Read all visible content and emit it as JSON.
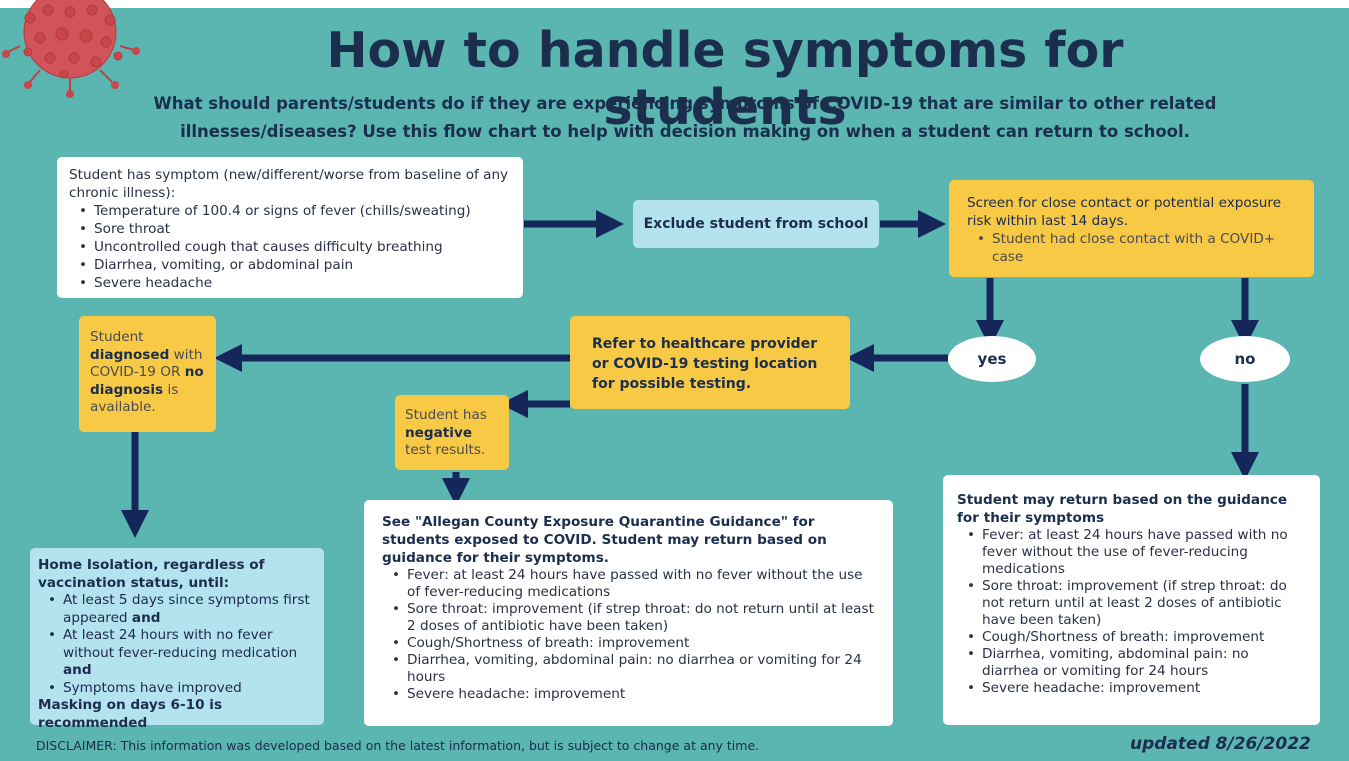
{
  "title": "How to handle symptoms for students",
  "subtitle_lines": [
    "What should parents/students do if they are experiencing symptoms of COVID-19 that are similar to other related",
    "illnesses/diseases? Use this flow chart to help with decision making on when a student can return to school."
  ],
  "symptom_box": {
    "heading": "Student has symptom (new/different/worse from baseline of any chronic illness):",
    "items": [
      "Temperature of 100.4 or signs of fever (chills/sweating)",
      "Sore throat",
      "Uncontrolled cough that causes difficulty breathing",
      "Diarrhea, vomiting, or abdominal pain",
      "Severe headache"
    ]
  },
  "exclude_box": {
    "label": "Exclude student from school"
  },
  "screen_box": {
    "heading": "Screen for close contact or potential exposure risk within last 14 days.",
    "items": [
      "Student had close contact with a COVID+ case"
    ]
  },
  "decision": {
    "yes": "yes",
    "no": "no"
  },
  "refer_box": {
    "text": "Refer to healthcare provider or COVID-19 testing location for possible testing."
  },
  "diagnosed_box": {
    "part1": "Student ",
    "bold1": "diagnosed",
    "part2": " with COVID-19 OR ",
    "bold2": "no diagnosis",
    "part3": " is available."
  },
  "negative_box": {
    "part1": "Student has ",
    "bold": "negative",
    "part2": " test results."
  },
  "isolation_box": {
    "heading": "Home Isolation, regardless of vaccination status, until:",
    "item1": "At least 5 days since symptoms first appeared",
    "item2": "At least 24 hours with no fever without fever-reducing medication",
    "item3": "Symptoms have improved",
    "and": "and",
    "footer": "Masking on days 6-10 is recommended"
  },
  "allegan_box": {
    "heading": "See \"Allegan County Exposure Quarantine Guidance\" for students exposed to COVID. Student may return based on guidance for their symptoms.",
    "items": [
      "Fever: at least 24 hours have passed with no fever without the use of fever-reducing medications",
      "Sore throat: improvement (if strep throat: do not return until at least 2 doses of antibiotic have been taken)",
      "Cough/Shortness of breath: improvement",
      "Diarrhea, vomiting, abdominal pain: no diarrhea or vomiting for 24 hours",
      "Severe headache: improvement"
    ]
  },
  "return_box": {
    "heading": "Student may return based on the guidance for their symptoms",
    "items": [
      "Fever: at least 24 hours have passed with no fever without the use of fever-reducing medications",
      "Sore throat: improvement (if strep throat: do not return until at least 2 doses of antibiotic have been taken)",
      "Cough/Shortness of breath: improvement",
      "Diarrhea, vomiting, abdominal pain: no diarrhea or vomiting for 24 hours",
      "Severe headache: improvement"
    ]
  },
  "footer": {
    "disclaimer": "DISCLAIMER: This information was developed based on the latest information, but is subject to change at any time.",
    "updated": "updated 8/26/2022"
  },
  "colors": {
    "background": "#5bb6b1",
    "title": "#1b2e4d",
    "yellow_box": "#f7c945",
    "light_blue_box": "#b4e3ef",
    "arrow": "#14265a"
  },
  "icons": [
    "virus-icon"
  ]
}
